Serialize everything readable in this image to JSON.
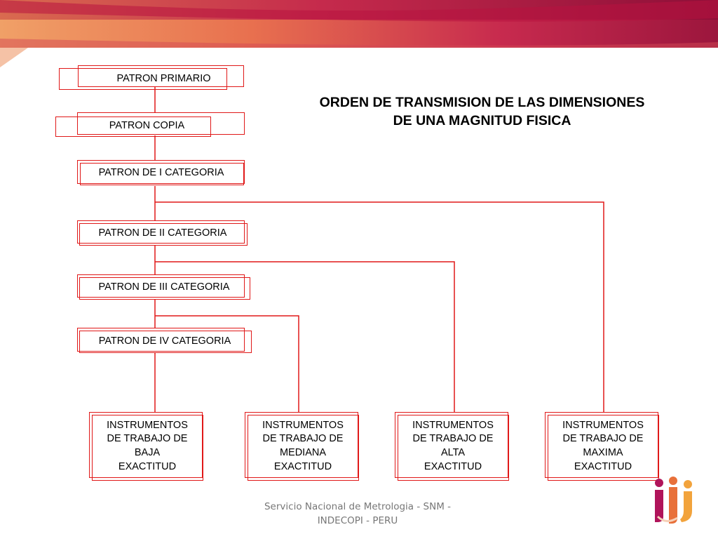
{
  "title": {
    "line1": "ORDEN DE TRANSMISION DE LAS DIMENSIONES",
    "line2": "DE UNA MAGNITUD FISICA"
  },
  "hierarchy": [
    {
      "id": "primario",
      "label": "PATRON PRIMARIO"
    },
    {
      "id": "copia",
      "label": "PATRON COPIA"
    },
    {
      "id": "cat1",
      "label": "PATRON DE I CATEGORIA"
    },
    {
      "id": "cat2",
      "label": "PATRON DE II CATEGORIA"
    },
    {
      "id": "cat3",
      "label": "PATRON DE III CATEGORIA"
    },
    {
      "id": "cat4",
      "label": "PATRON DE IV CATEGORIA"
    }
  ],
  "instruments": [
    {
      "id": "baja",
      "lines": [
        "INSTRUMENTOS",
        "DE TRABAJO DE",
        "BAJA",
        "EXACTITUD"
      ]
    },
    {
      "id": "mediana",
      "lines": [
        "INSTRUMENTOS",
        "DE TRABAJO DE",
        "MEDIANA",
        "EXACTITUD"
      ]
    },
    {
      "id": "alta",
      "lines": [
        "INSTRUMENTOS",
        "DE TRABAJO DE",
        "ALTA",
        "EXACTITUD"
      ]
    },
    {
      "id": "maxima",
      "lines": [
        "INSTRUMENTOS",
        "DE TRABAJO DE",
        "MAXIMA",
        "EXACTITUD"
      ]
    }
  ],
  "footer": {
    "line1": "Servicio Nacional de Metrologia - SNM -",
    "line2": "INDECOPI - PERU"
  },
  "colors": {
    "connector": "#e01818",
    "banner_dark": "#a3143c",
    "banner_orange": "#e87a4a"
  }
}
